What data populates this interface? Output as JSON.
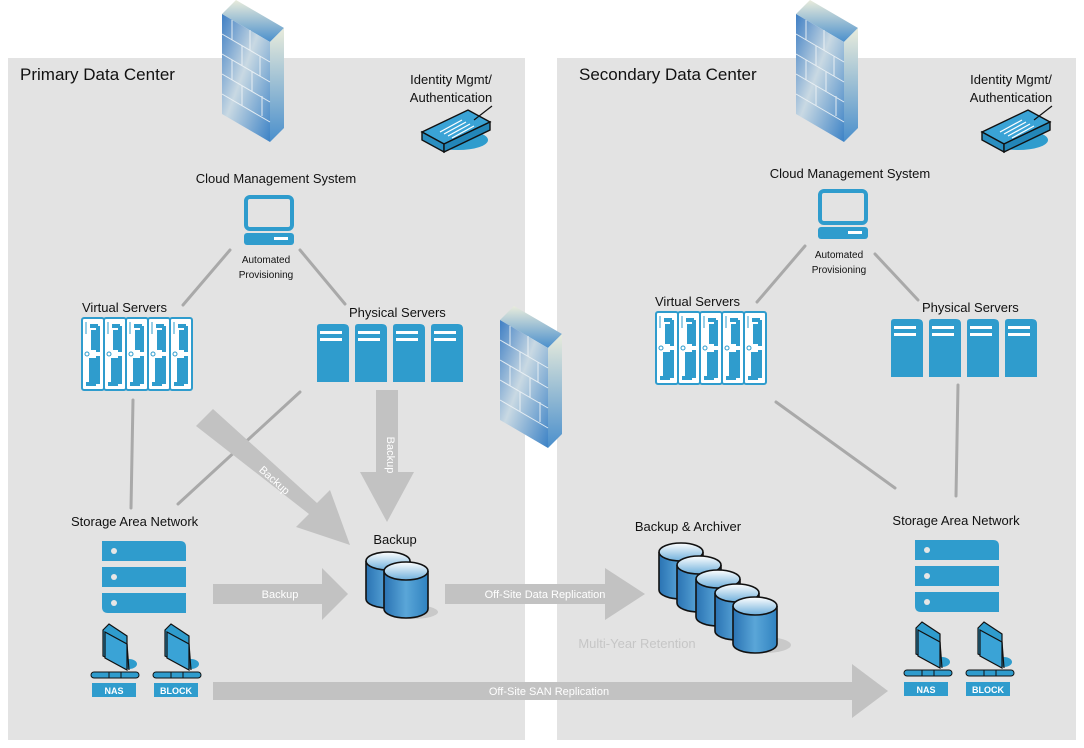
{
  "colors": {
    "panel": "#e3e3e3",
    "icon_blue": "#2f9ccd",
    "connector": "#a9a9a9",
    "arrow": "#c2c2c2",
    "muted_text": "#c6c6c6"
  },
  "primary": {
    "title": "Primary Data Center",
    "identity_label_1": "Identity Mgmt/",
    "identity_label_2": "Authentication",
    "cms_label": "Cloud Management System",
    "provisioning_1": "Automated",
    "provisioning_2": "Provisioning",
    "virtual_servers": "Virtual Servers",
    "physical_servers": "Physical Servers",
    "san": "Storage Area Network",
    "backup": "Backup",
    "nas_tag": "NAS",
    "block_tag": "BLOCK"
  },
  "secondary": {
    "title": "Secondary Data Center",
    "identity_label_1": "Identity Mgmt/",
    "identity_label_2": "Authentication",
    "cms_label": "Cloud Management System",
    "provisioning_1": "Automated",
    "provisioning_2": "Provisioning",
    "virtual_servers": "Virtual Servers",
    "physical_servers": "Physical Servers",
    "san": "Storage Area Network",
    "archiver": "Backup & Archiver",
    "retention": "Multi-Year Retention",
    "nas_tag": "NAS",
    "block_tag": "BLOCK"
  },
  "arrows": {
    "virtual_to_backup": "Backup",
    "physical_to_backup": "Backup",
    "san_to_backup": "Backup",
    "data_replication": "Off-Site Data Replication",
    "san_replication": "Off-Site SAN Replication"
  }
}
